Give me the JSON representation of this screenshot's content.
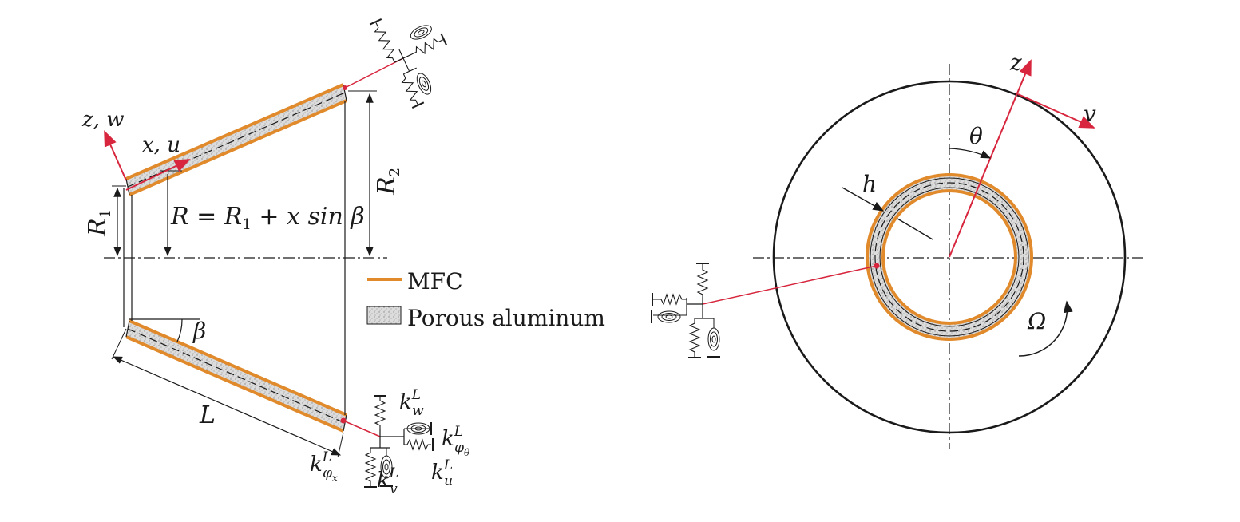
{
  "colors": {
    "mfc": "#e08a2c",
    "porous": "#d8d8d8",
    "line": "#1a1a1a",
    "axis": "#d7263d"
  },
  "icons": [
    "spring-icon",
    "torsion-spring-icon",
    "ground-icon",
    "porous-texture-icon"
  ],
  "cone": {
    "axis_zw": "z, w",
    "axis_xu": "x, u",
    "r1": "R",
    "r1_sub": "1",
    "r2": "R",
    "r2_sub": "2",
    "radius_formula": "R = R",
    "radius_formula_sub": "1",
    "radius_formula_tail": " + x sin β",
    "beta": "β",
    "length": "L"
  },
  "legend": {
    "mfc": "MFC",
    "porous": "Porous aluminum"
  },
  "springs": {
    "kw": "k",
    "kw_sup": "L",
    "kw_sub": "w",
    "kphi_theta": "k",
    "kphi_theta_sup": "L",
    "kphi_theta_sub": "φ",
    "kphi_theta_subsub": "θ",
    "kphi_x": "k",
    "kphi_x_sup": "L",
    "kphi_x_sub": "φ",
    "kphi_x_subsub": "x",
    "kv": "k",
    "kv_sup": "L",
    "kv_sub": "v",
    "ku": "k",
    "ku_sup": "L",
    "ku_sub": "u"
  },
  "cross_section": {
    "z": "z",
    "v": "v",
    "theta": "θ",
    "h": "h",
    "omega": "Ω"
  }
}
